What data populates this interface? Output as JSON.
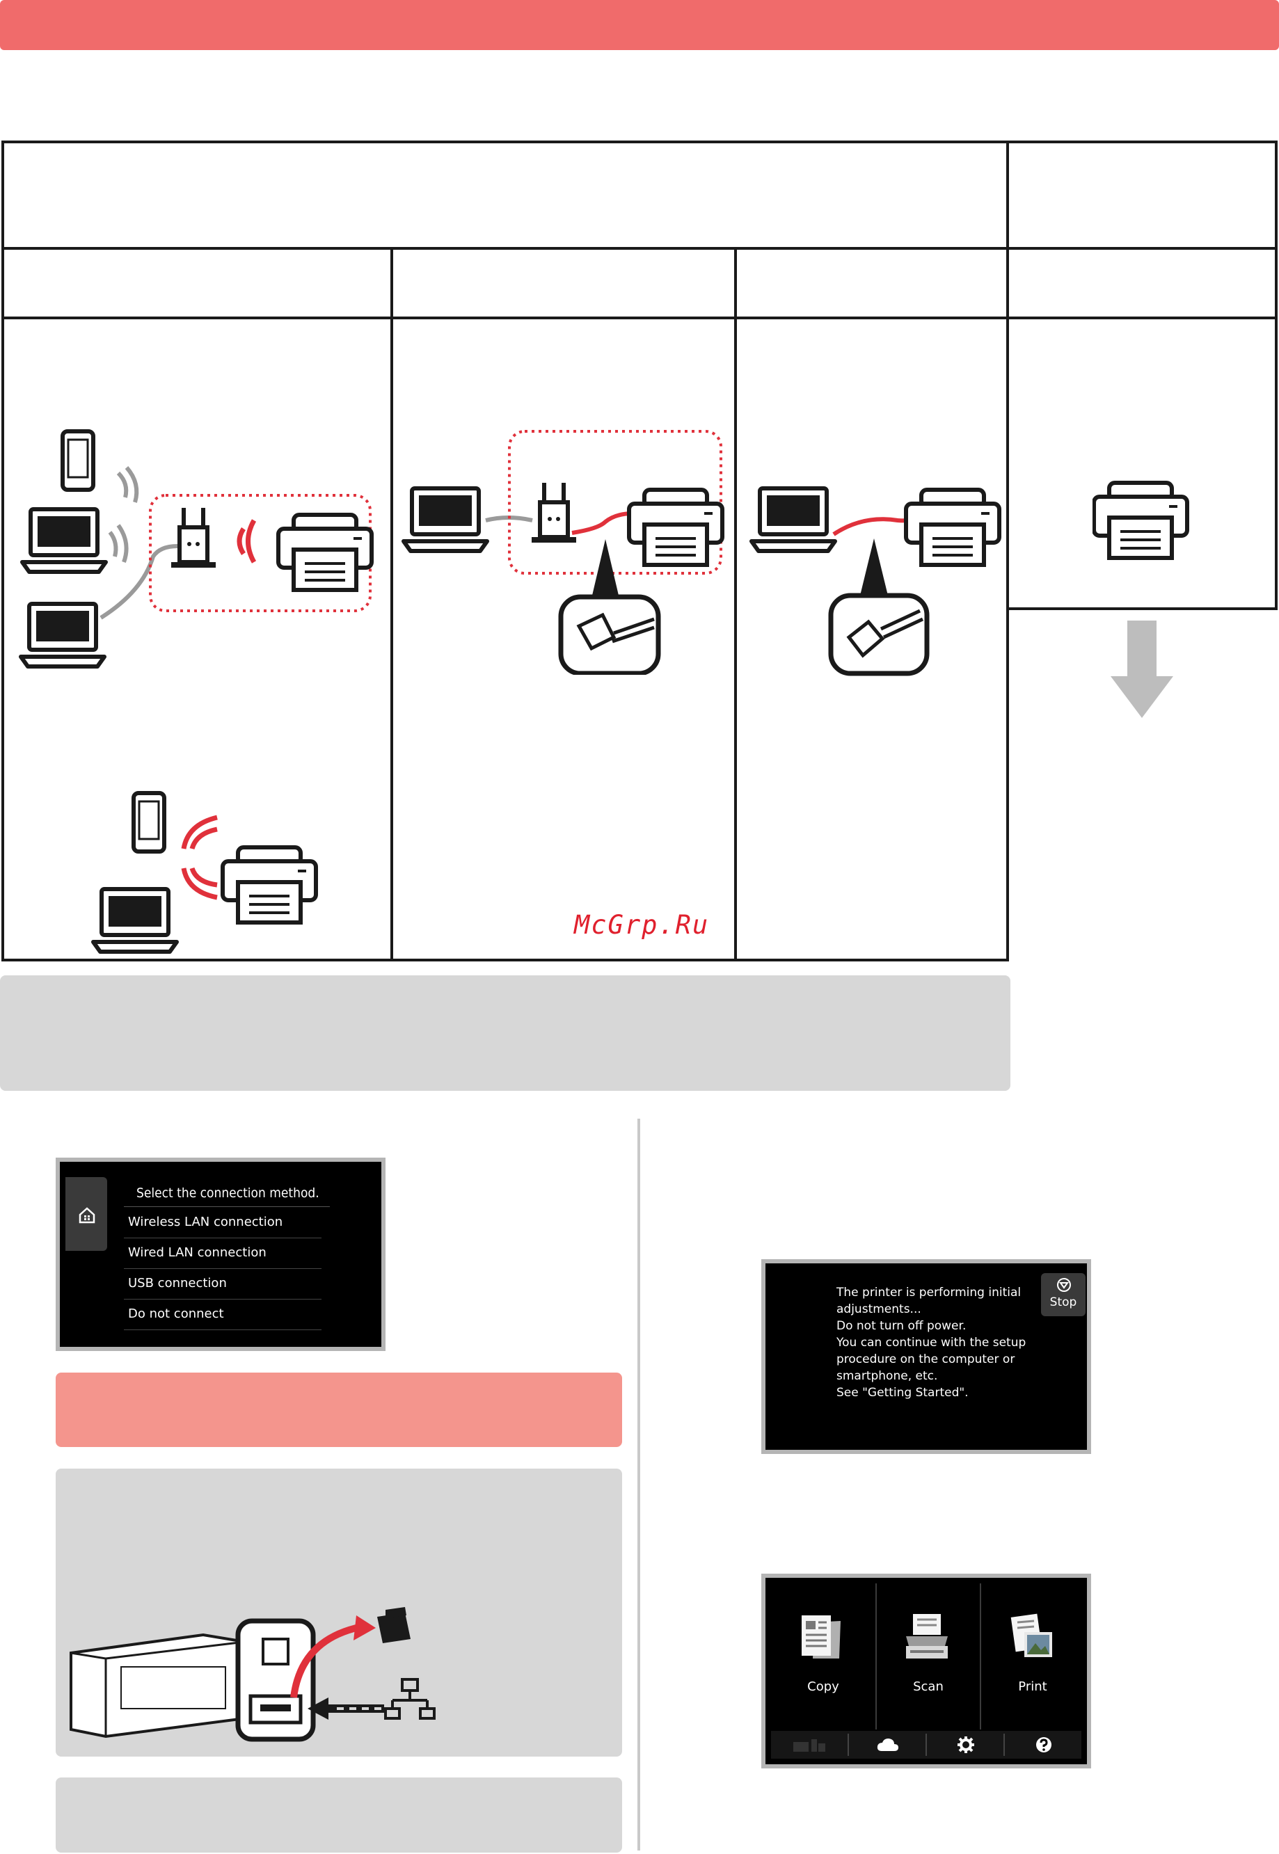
{
  "colors": {
    "accent": "#f06b6b",
    "accent_light": "#f4958d",
    "grey_box": "#d7d7d7",
    "network_red": "#e0313b"
  },
  "watermark": "McGrp.Ru",
  "connection_screen": {
    "title": "Select the connection method.",
    "items": [
      "Wireless LAN connection",
      "Wired LAN connection",
      "USB connection",
      "Do not connect"
    ],
    "home_icon": "home-icon"
  },
  "adjust_screen": {
    "message": "The printer is performing initial\nadjustments...\nDo not turn off power.\nYou can continue with the setup\nprocedure on the computer or\nsmartphone, etc.\nSee \"Getting Started\".",
    "stop_label": "Stop"
  },
  "home_screen": {
    "tiles": [
      {
        "label": "Copy",
        "icon": "copy-icon"
      },
      {
        "label": "Scan",
        "icon": "scan-icon"
      },
      {
        "label": "Print",
        "icon": "print-icon"
      }
    ],
    "bottom_icons": [
      "status-icon",
      "cloud-icon",
      "settings-icon",
      "help-icon"
    ]
  }
}
